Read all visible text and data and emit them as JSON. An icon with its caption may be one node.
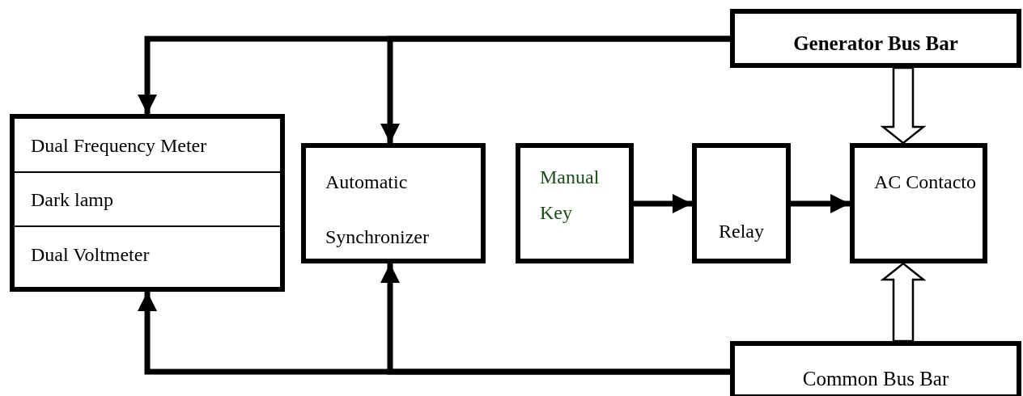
{
  "diagram": {
    "nodes": [
      {
        "text": [
          "Generator Bus Bar"
        ]
      },
      {
        "text": [
          "Dual Frequency Meter",
          "Dark lamp",
          "Dual Voltmeter"
        ]
      },
      {
        "text": [
          "Automatic Synchronizer"
        ]
      },
      {
        "text": [
          "Manual Key"
        ]
      },
      {
        "text": [
          "Relay"
        ]
      },
      {
        "text": [
          "AC Contacto"
        ]
      },
      {
        "text": [
          "Common Bus Bar"
        ]
      }
    ],
    "edges": [
      {
        "from": 0,
        "to": 1,
        "arrow": "to"
      },
      {
        "from": 0,
        "to": 2,
        "arrow": "to"
      },
      {
        "from": 6,
        "to": 1,
        "arrow": "to"
      },
      {
        "from": 6,
        "to": 2,
        "arrow": "to"
      },
      {
        "from": 3,
        "to": 4,
        "arrow": "to"
      },
      {
        "from": 4,
        "to": 5,
        "arrow": "to"
      },
      {
        "from": 0,
        "to": 5,
        "arrow": "to"
      },
      {
        "from": 6,
        "to": 5,
        "arrow": "to"
      }
    ]
  }
}
